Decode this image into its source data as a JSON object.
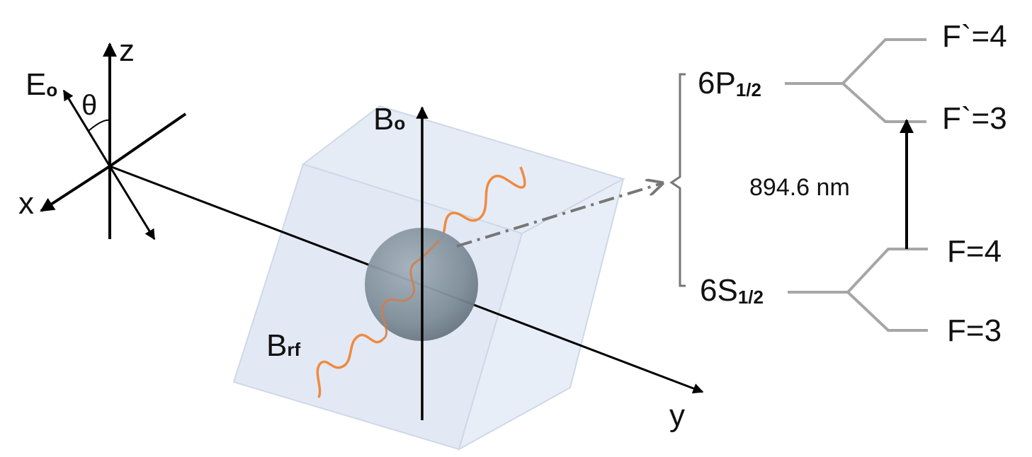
{
  "axes": {
    "z_label": "z",
    "x_label": "x",
    "y_label": "y",
    "e_field_main": "E",
    "e_field_sub": "o",
    "angle_label": "θ"
  },
  "cell": {
    "b0_main": "B",
    "b0_sub": "o",
    "brf_main": "B",
    "brf_sub": "rf"
  },
  "levels": {
    "p_main": "6P",
    "p_sub": "1/2",
    "s_main": "6S",
    "s_sub": "1/2",
    "p_f4": "F`=4",
    "p_f3": "F`=3",
    "s_f4": "F=4",
    "s_f3": "F=3",
    "transition": "894.6 nm"
  },
  "colors": {
    "axis": "#000000",
    "cell_fill": "#e6ecf6",
    "cell_edge": "#c9d3e4",
    "sphere": "#7f8e9b",
    "rf_wave": "#f08a40",
    "level_line": "#a6a6a6",
    "dash_arrow": "#777777"
  }
}
